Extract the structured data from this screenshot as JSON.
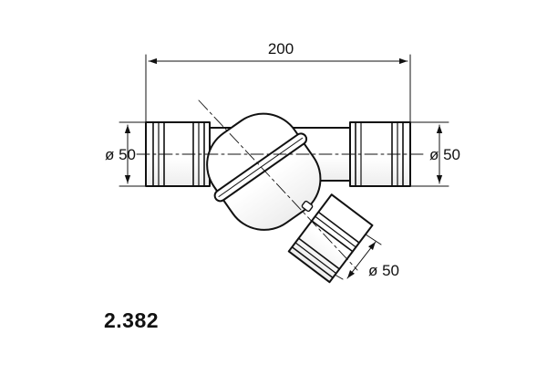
{
  "dimensions": {
    "overall_length": "200",
    "inlet_diameter": "ø 50",
    "outlet_diameter": "ø 50",
    "branch_diameter": "ø 50"
  },
  "part_number": "2.382",
  "colors": {
    "line": "#111111",
    "background": "#ffffff"
  }
}
